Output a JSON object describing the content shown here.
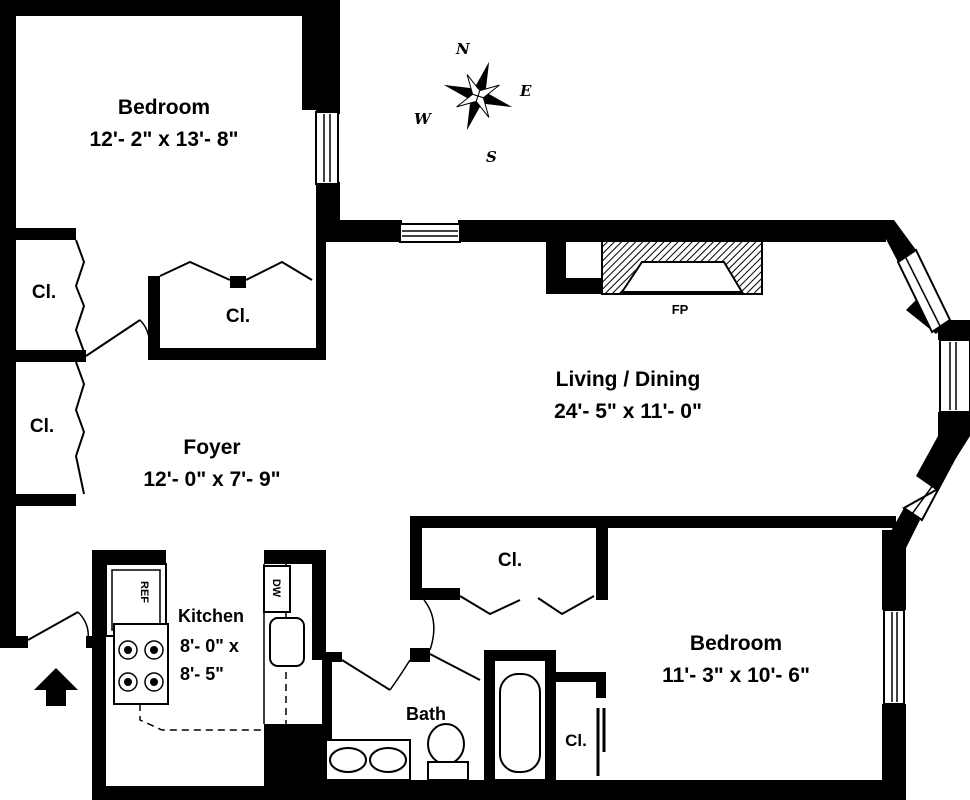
{
  "compass": {
    "n": "N",
    "e": "E",
    "s": "S",
    "w": "W"
  },
  "rooms": {
    "bedroom_top": {
      "name": "Bedroom",
      "dims": "12'- 2\" x 13'- 8\""
    },
    "living": {
      "name": "Living / Dining",
      "dims": "24'- 5\" x 11'- 0\""
    },
    "foyer": {
      "name": "Foyer",
      "dims": "12'- 0\" x 7'- 9\""
    },
    "kitchen": {
      "name": "Kitchen",
      "dims_line1": "8'- 0\" x",
      "dims_line2": "8'- 5\""
    },
    "bath": {
      "name": "Bath"
    },
    "bedroom_bottom": {
      "name": "Bedroom",
      "dims": "11'- 3\" x 10'- 6\""
    }
  },
  "closets": {
    "top_left": "Cl.",
    "top_center": "Cl.",
    "foyer_left": "Cl.",
    "hall": "Cl.",
    "bedroom_bottom": "Cl."
  },
  "fixtures": {
    "fireplace": "FP",
    "refrigerator": "REF",
    "dishwasher": "DW"
  }
}
